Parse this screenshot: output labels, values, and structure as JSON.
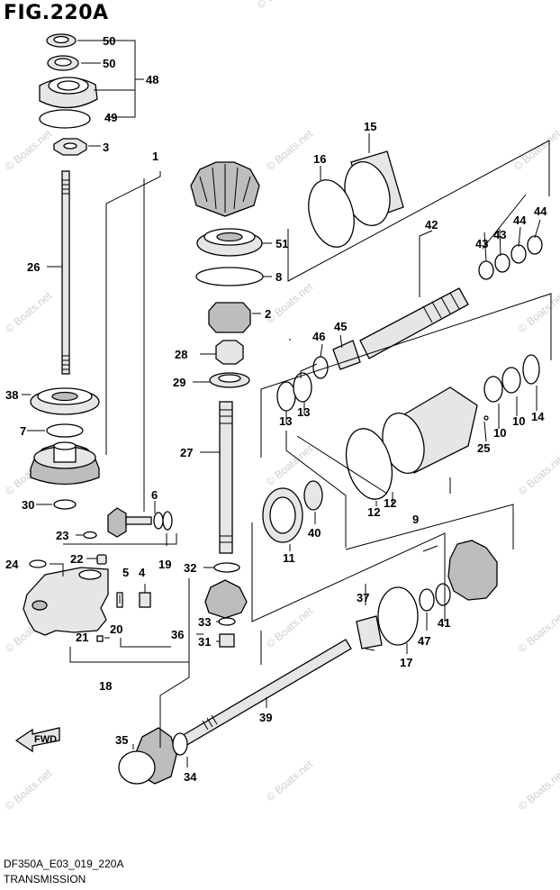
{
  "figure": {
    "title": "FIG.220A",
    "code": "DF350A_E03_019_220A",
    "name": "TRANSMISSION",
    "fwd_label": "FWD",
    "watermark": "© Boats.net"
  },
  "callouts": [
    {
      "id": "50a",
      "label": "50"
    },
    {
      "id": "50b",
      "label": "50"
    },
    {
      "id": "48",
      "label": "48"
    },
    {
      "id": "49",
      "label": "49"
    },
    {
      "id": "3",
      "label": "3"
    },
    {
      "id": "1",
      "label": "1"
    },
    {
      "id": "26",
      "label": "26"
    },
    {
      "id": "38",
      "label": "38"
    },
    {
      "id": "7",
      "label": "7"
    },
    {
      "id": "30",
      "label": "30"
    },
    {
      "id": "6",
      "label": "6"
    },
    {
      "id": "23",
      "label": "23"
    },
    {
      "id": "22",
      "label": "22"
    },
    {
      "id": "19",
      "label": "19"
    },
    {
      "id": "24",
      "label": "24"
    },
    {
      "id": "5",
      "label": "5"
    },
    {
      "id": "4",
      "label": "4"
    },
    {
      "id": "20",
      "label": "20"
    },
    {
      "id": "21",
      "label": "21"
    },
    {
      "id": "18",
      "label": "18"
    },
    {
      "id": "15",
      "label": "15"
    },
    {
      "id": "16",
      "label": "16"
    },
    {
      "id": "51",
      "label": "51"
    },
    {
      "id": "8",
      "label": "8"
    },
    {
      "id": "2",
      "label": "2"
    },
    {
      "id": "28",
      "label": "28"
    },
    {
      "id": "29",
      "label": "29"
    },
    {
      "id": "27",
      "label": "27"
    },
    {
      "id": "32",
      "label": "32"
    },
    {
      "id": "36",
      "label": "36"
    },
    {
      "id": "33",
      "label": "33"
    },
    {
      "id": "31",
      "label": "31"
    },
    {
      "id": "42",
      "label": "42"
    },
    {
      "id": "43a",
      "label": "43"
    },
    {
      "id": "43b",
      "label": "43"
    },
    {
      "id": "44a",
      "label": "44"
    },
    {
      "id": "44b",
      "label": "44"
    },
    {
      "id": "45",
      "label": "45"
    },
    {
      "id": "46",
      "label": "46"
    },
    {
      "id": "13a",
      "label": "13"
    },
    {
      "id": "13b",
      "label": "13"
    },
    {
      "id": "10a",
      "label": "10"
    },
    {
      "id": "10b",
      "label": "10"
    },
    {
      "id": "14",
      "label": "14"
    },
    {
      "id": "25",
      "label": "25"
    },
    {
      "id": "12a",
      "label": "12"
    },
    {
      "id": "12b",
      "label": "12"
    },
    {
      "id": "9",
      "label": "9"
    },
    {
      "id": "40",
      "label": "40"
    },
    {
      "id": "11",
      "label": "11"
    },
    {
      "id": "37",
      "label": "37"
    },
    {
      "id": "41",
      "label": "41"
    },
    {
      "id": "47",
      "label": "47"
    },
    {
      "id": "17",
      "label": "17"
    },
    {
      "id": "39",
      "label": "39"
    },
    {
      "id": "35",
      "label": "35"
    },
    {
      "id": "34",
      "label": "34"
    }
  ]
}
